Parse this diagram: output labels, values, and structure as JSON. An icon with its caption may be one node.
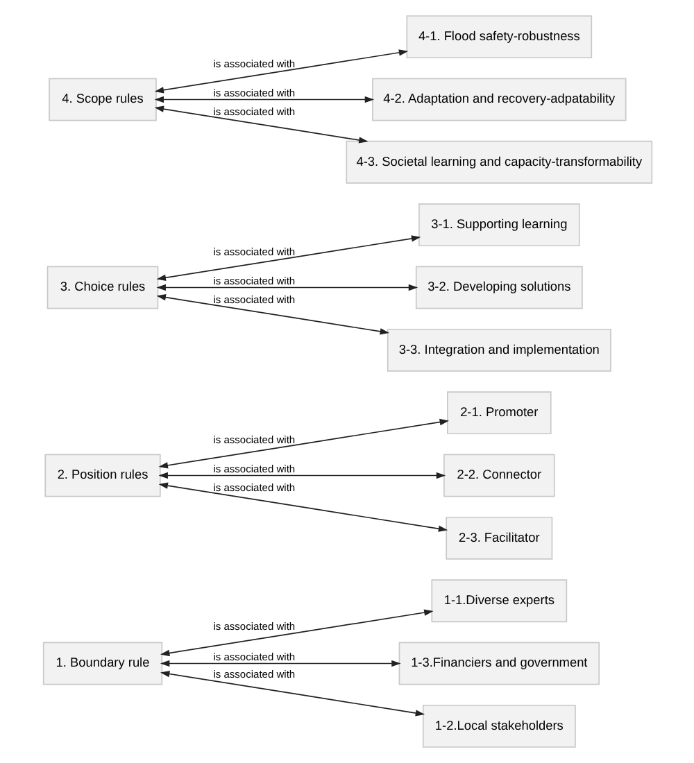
{
  "diagram": {
    "nodes": [
      {
        "text": [
          "1. Boundary rule"
        ]
      },
      {
        "text": [
          "1-1.Diverse experts"
        ]
      },
      {
        "text": [
          "1-3.Financiers and government"
        ]
      },
      {
        "text": [
          "1-2.Local stakeholders"
        ]
      },
      {
        "text": [
          "2. Position rules"
        ]
      },
      {
        "text": [
          "2-1. Promoter"
        ]
      },
      {
        "text": [
          "2-2. Connector"
        ]
      },
      {
        "text": [
          "2-3. Facilitator"
        ]
      },
      {
        "text": [
          "3. Choice rules"
        ]
      },
      {
        "text": [
          "3-1. Supporting learning"
        ]
      },
      {
        "text": [
          "3-2. Developing solutions"
        ]
      },
      {
        "text": [
          "3-3. Integration and implementation"
        ]
      },
      {
        "text": [
          "4. Scope rules"
        ]
      },
      {
        "text": [
          "4-1. Flood safety-robustness"
        ]
      },
      {
        "text": [
          "4-2. Adaptation and recovery-adpatability"
        ]
      },
      {
        "text": [
          "4-3. Societal learning and capacity-transformability"
        ]
      }
    ],
    "edges": [
      {
        "from": 0,
        "to": 1,
        "arrow": "both",
        "label": "is associated with"
      },
      {
        "from": 0,
        "to": 2,
        "arrow": "both",
        "label": "is associated with"
      },
      {
        "from": 0,
        "to": 3,
        "arrow": "both",
        "label": "is associated with"
      },
      {
        "from": 4,
        "to": 5,
        "arrow": "both",
        "label": "is associated with"
      },
      {
        "from": 4,
        "to": 6,
        "arrow": "both",
        "label": "is associated with"
      },
      {
        "from": 4,
        "to": 7,
        "arrow": "both",
        "label": "is associated with"
      },
      {
        "from": 8,
        "to": 9,
        "arrow": "both",
        "label": "is associated with"
      },
      {
        "from": 8,
        "to": 10,
        "arrow": "both",
        "label": "is associated with"
      },
      {
        "from": 8,
        "to": 11,
        "arrow": "both",
        "label": "is associated with"
      },
      {
        "from": 12,
        "to": 13,
        "arrow": "both",
        "label": "is associated with"
      },
      {
        "from": 12,
        "to": 14,
        "arrow": "both",
        "label": "is associated with"
      },
      {
        "from": 12,
        "to": 15,
        "arrow": "both",
        "label": "is associated with"
      }
    ]
  }
}
